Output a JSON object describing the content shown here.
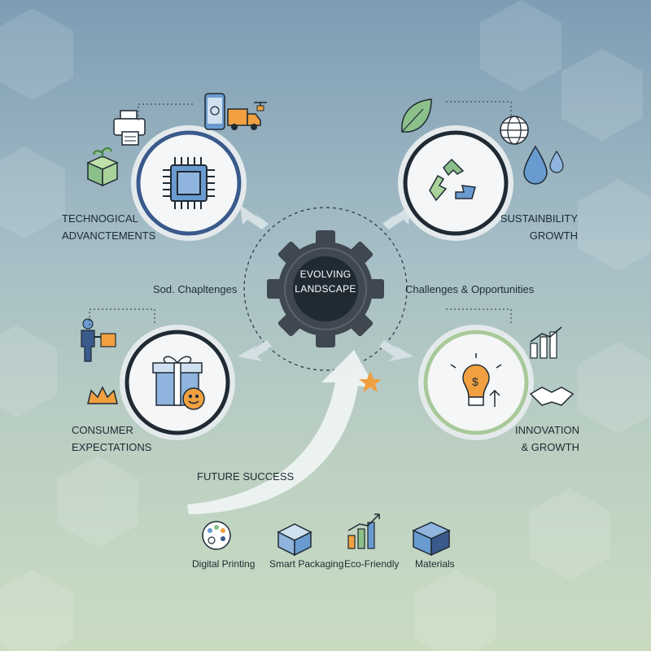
{
  "center": {
    "line1": "EVOLVING",
    "line2": "LANDSCAPE"
  },
  "side_labels": {
    "left": "Sod. Chapltenges",
    "right": "Challenges & Opportunities"
  },
  "quadrants": {
    "tech": {
      "line1": "TECHNOGICAL",
      "line2": "ADVANCTEMENTS"
    },
    "sustainability": {
      "line1": "SUSTAINBILITY",
      "line2": "GROWTH"
    },
    "consumer": {
      "line1": "CONSUMER",
      "line2": "EXPECTATIONS"
    },
    "innovation": {
      "line1": "INNOVATION",
      "line2": "& GROWTH"
    }
  },
  "future_success": "FUTURE SUCCESS",
  "bottom_items": [
    {
      "label": "Digital Printing",
      "icon": "palette-icon"
    },
    {
      "label": "Smart Packaging",
      "icon": "package-box-icon"
    },
    {
      "label": "Eco-Friendly",
      "icon": "bar-chart-growth-icon"
    },
    {
      "label": "Materials",
      "icon": "materials-box-icon"
    }
  ],
  "icons": {
    "tech": "microchip-icon",
    "sustainability": "recycle-icon",
    "consumer": "gift-box-smiley-icon",
    "innovation": "lightbulb-dollar-icon"
  },
  "colors": {
    "tech_ring": "#3a5a8c",
    "sustainability_ring": "#1f2a33",
    "consumer_ring": "#1f2a33",
    "innovation_ring": "#a9c99a",
    "gear": "#3f4750",
    "center_disc": "#1f2a33",
    "accent_orange": "#f0a040",
    "accent_blue": "#6a9bd0",
    "accent_green": "#8cc08a"
  }
}
